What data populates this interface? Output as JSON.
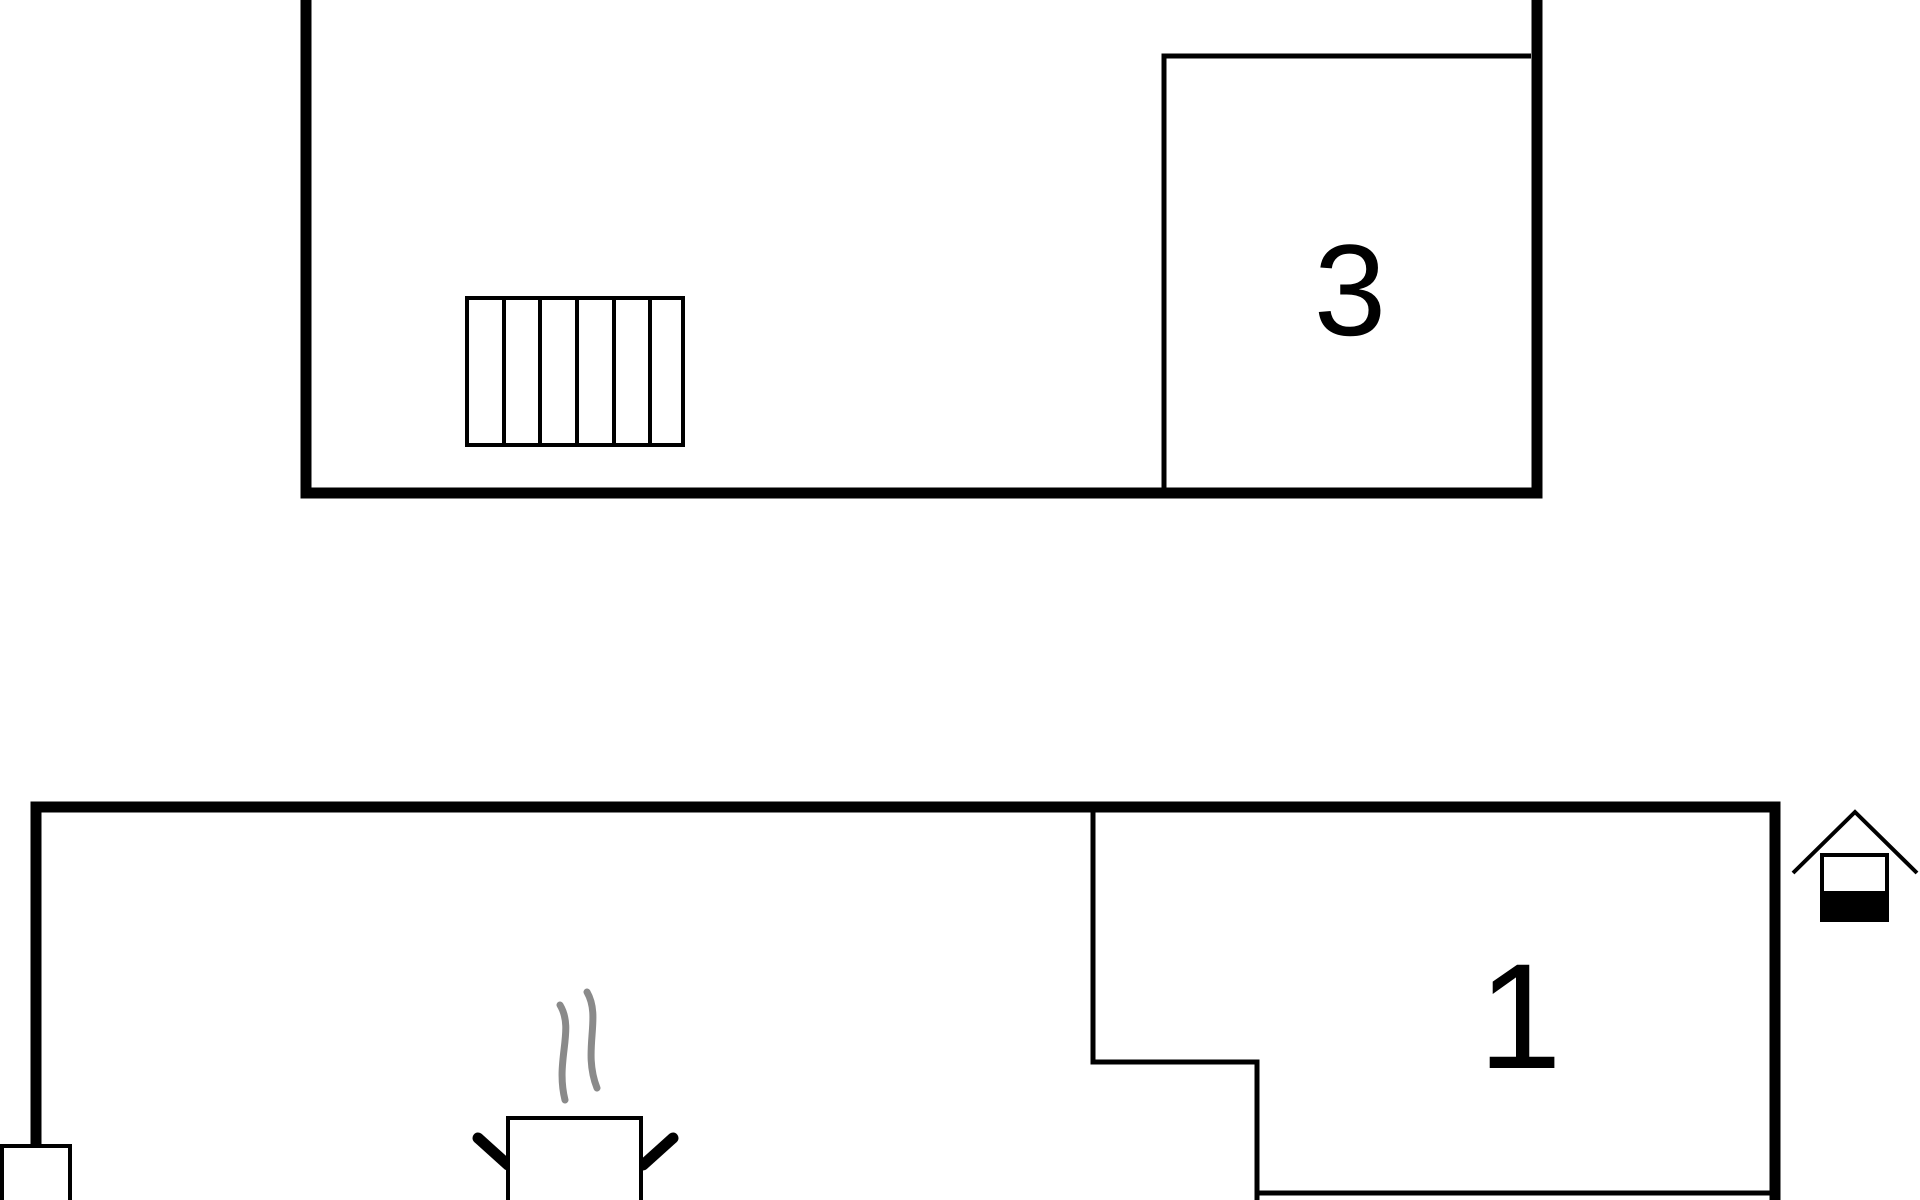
{
  "floor_plan": {
    "colors": {
      "wall": "#000000",
      "background": "#ffffff",
      "steam": "#8a8a8a"
    },
    "rooms": [
      {
        "id": "room-3",
        "label": "3"
      },
      {
        "id": "room-1",
        "label": "1"
      }
    ],
    "icons": [
      {
        "name": "staircase-icon"
      },
      {
        "name": "cooking-pot-icon"
      },
      {
        "name": "well-house-icon"
      },
      {
        "name": "door-icon"
      }
    ]
  }
}
